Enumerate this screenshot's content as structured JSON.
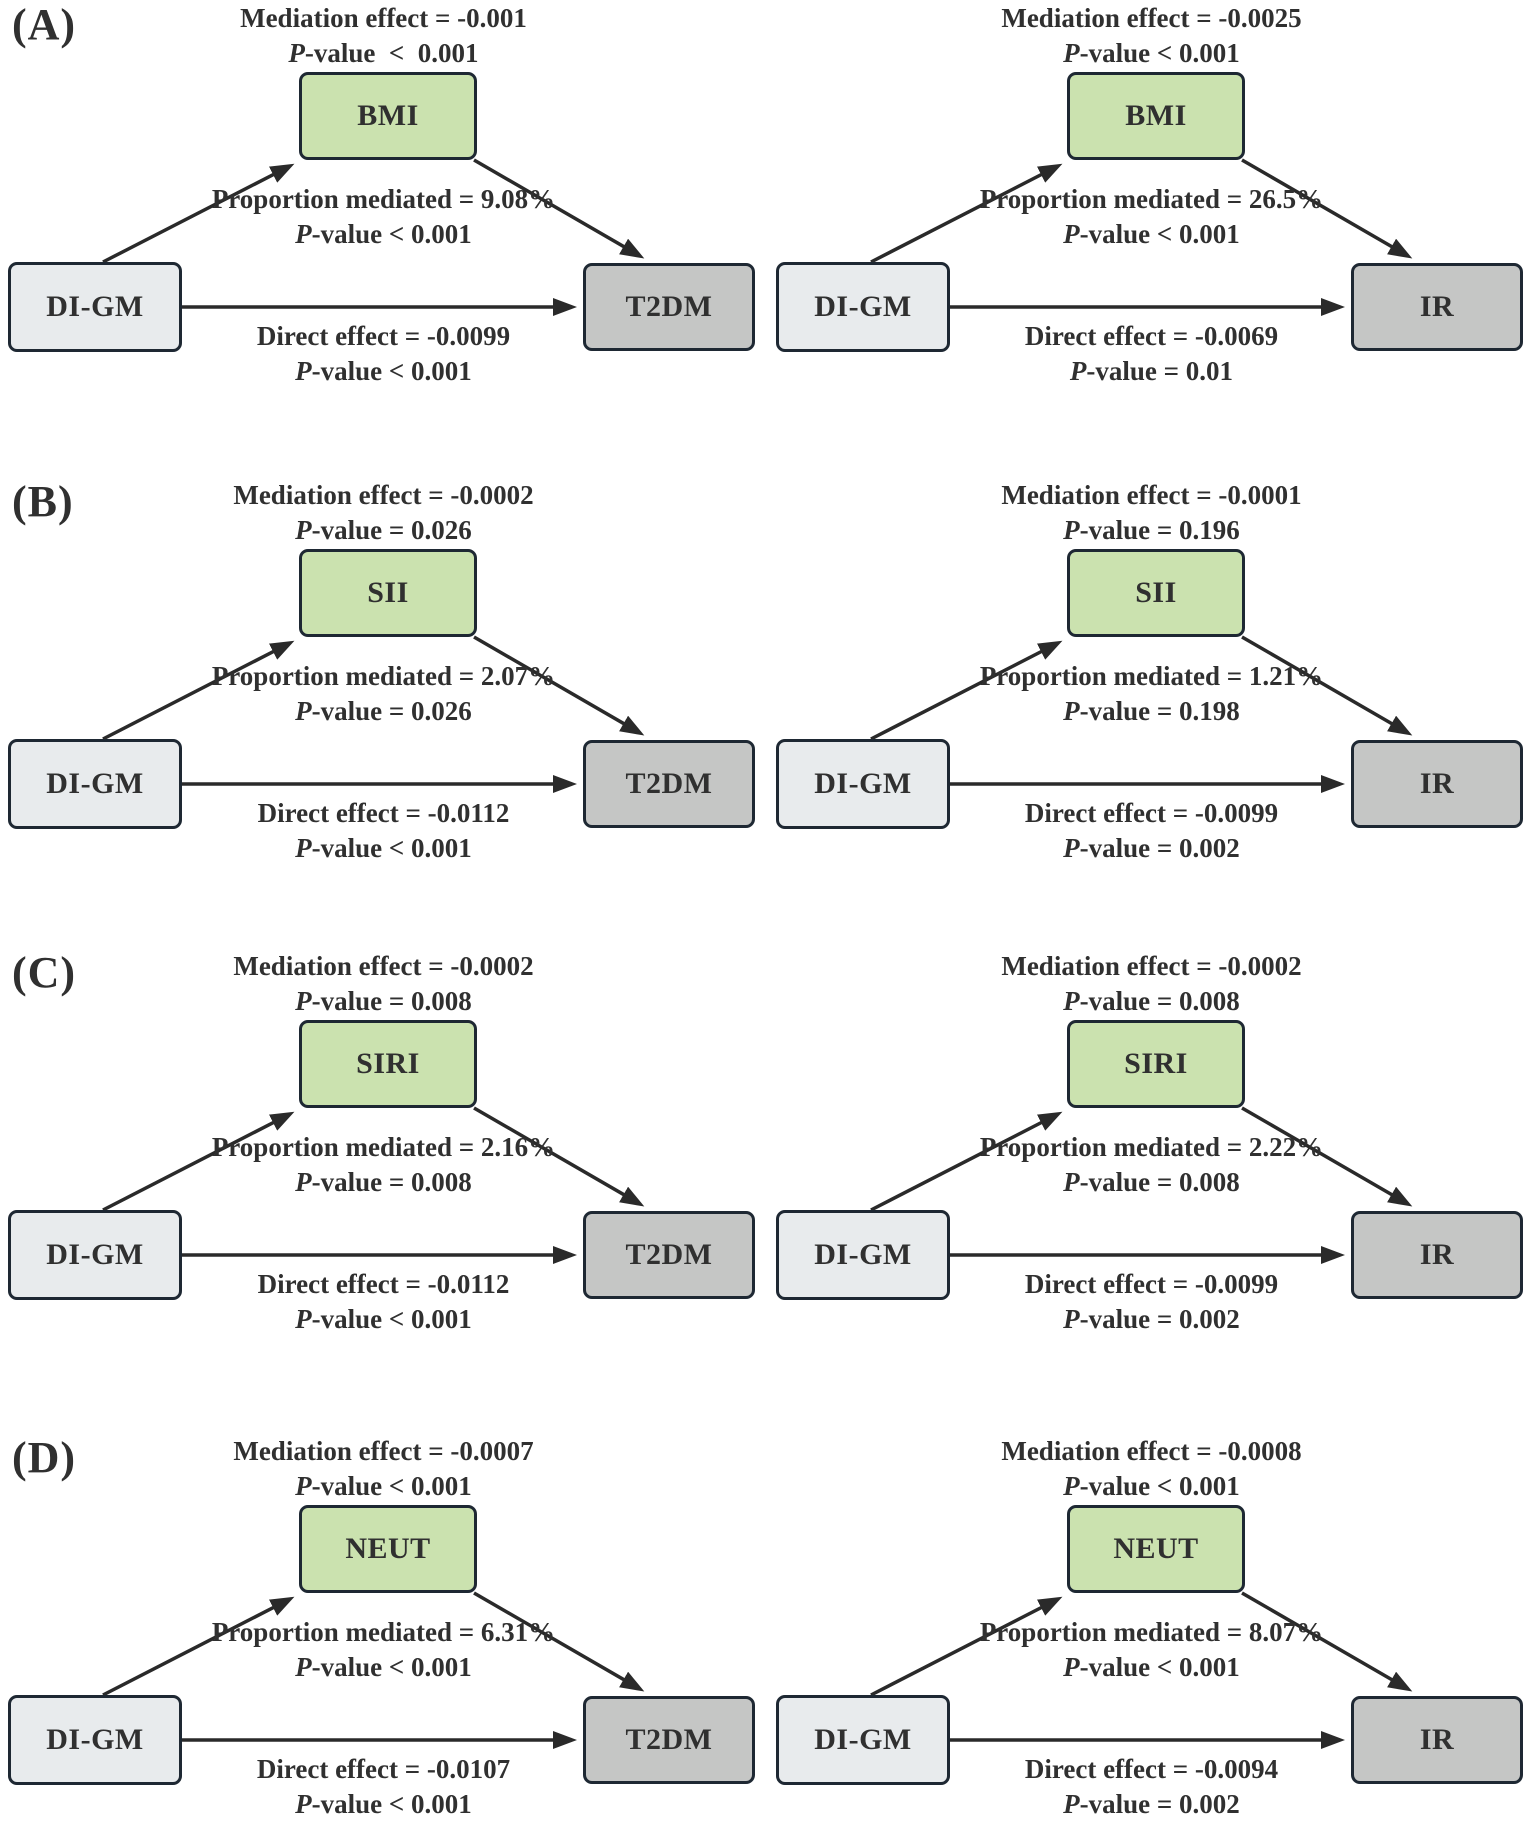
{
  "figure": {
    "colors": {
      "background": "#ffffff",
      "mediator_fill": "#cbe2af",
      "source_fill": "#e8ebed",
      "target_fill": "#c5c6c5",
      "box_border": "#1e2833",
      "arrow": "#2a2a2a",
      "text": "#303030"
    },
    "panels": [
      {
        "label": "(A)",
        "diagrams": [
          {
            "mediation_effect": "Mediation effect = -0.001",
            "mediation_pvalue": "P-value  <  0.001",
            "mediator": "BMI",
            "proportion_mediated": "Proportion mediated = 9.08%",
            "proportion_pvalue": "P-value < 0.001",
            "source": "DI-GM",
            "target": "T2DM",
            "direct_effect": "Direct effect = -0.0099",
            "direct_pvalue": "P-value < 0.001"
          },
          {
            "mediation_effect": "Mediation effect = -0.0025",
            "mediation_pvalue": "P-value < 0.001",
            "mediator": "BMI",
            "proportion_mediated": "Proportion mediated = 26.5%",
            "proportion_pvalue": "P-value < 0.001",
            "source": "DI-GM",
            "target": "IR",
            "direct_effect": "Direct effect = -0.0069",
            "direct_pvalue": "P-value = 0.01"
          }
        ]
      },
      {
        "label": "(B)",
        "diagrams": [
          {
            "mediation_effect": "Mediation effect = -0.0002",
            "mediation_pvalue": "P-value = 0.026",
            "mediator": "SII",
            "proportion_mediated": "Proportion mediated = 2.07%",
            "proportion_pvalue": "P-value = 0.026",
            "source": "DI-GM",
            "target": "T2DM",
            "direct_effect": "Direct effect = -0.0112",
            "direct_pvalue": "P-value < 0.001"
          },
          {
            "mediation_effect": "Mediation effect = -0.0001",
            "mediation_pvalue": "P-value = 0.196",
            "mediator": "SII",
            "proportion_mediated": "Proportion mediated = 1.21%",
            "proportion_pvalue": "P-value = 0.198",
            "source": "DI-GM",
            "target": "IR",
            "direct_effect": "Direct effect = -0.0099",
            "direct_pvalue": "P-value = 0.002"
          }
        ]
      },
      {
        "label": "(C)",
        "diagrams": [
          {
            "mediation_effect": "Mediation effect = -0.0002",
            "mediation_pvalue": "P-value = 0.008",
            "mediator": "SIRI",
            "proportion_mediated": "Proportion mediated = 2.16%",
            "proportion_pvalue": "P-value = 0.008",
            "source": "DI-GM",
            "target": "T2DM",
            "direct_effect": "Direct effect = -0.0112",
            "direct_pvalue": "P-value < 0.001"
          },
          {
            "mediation_effect": "Mediation effect = -0.0002",
            "mediation_pvalue": "P-value = 0.008",
            "mediator": "SIRI",
            "proportion_mediated": "Proportion mediated = 2.22%",
            "proportion_pvalue": "P-value = 0.008",
            "source": "DI-GM",
            "target": "IR",
            "direct_effect": "Direct effect = -0.0099",
            "direct_pvalue": "P-value = 0.002"
          }
        ]
      },
      {
        "label": "(D)",
        "diagrams": [
          {
            "mediation_effect": "Mediation effect = -0.0007",
            "mediation_pvalue": "P-value < 0.001",
            "mediator": "NEUT",
            "proportion_mediated": "Proportion mediated = 6.31%",
            "proportion_pvalue": "P-value < 0.001",
            "source": "DI-GM",
            "target": "T2DM",
            "direct_effect": "Direct effect = -0.0107",
            "direct_pvalue": "P-value < 0.001"
          },
          {
            "mediation_effect": "Mediation effect = -0.0008",
            "mediation_pvalue": "P-value < 0.001",
            "mediator": "NEUT",
            "proportion_mediated": "Proportion mediated = 8.07%",
            "proportion_pvalue": "P-value < 0.001",
            "source": "DI-GM",
            "target": "IR",
            "direct_effect": "Direct effect = -0.0094",
            "direct_pvalue": "P-value = 0.002"
          }
        ]
      }
    ]
  }
}
